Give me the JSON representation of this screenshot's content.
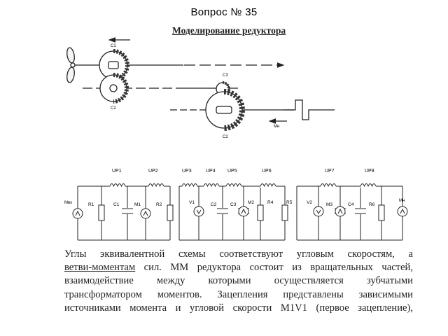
{
  "slide": {
    "title": "Вопрос  № 35"
  },
  "document": {
    "heading": "Моделирование редуктора"
  },
  "mechanism": {
    "gear_labels": {
      "c1": "C1",
      "c2_left": "C2",
      "c3": "C3",
      "c2_right": "C2"
    },
    "torque_label": "Mн"
  },
  "circuit": {
    "transformers": [
      "UP1",
      "UP2",
      "UP3",
      "UP4",
      "UP5",
      "UP6",
      "UP7",
      "UP8"
    ],
    "components": {
      "m_in": "Mвх",
      "r1": "R1",
      "c1": "C1",
      "m1": "M1",
      "r2": "R2",
      "v1": "V1",
      "c2": "C2",
      "c3": "C3",
      "m2": "M2",
      "r4": "R4",
      "r5": "R5",
      "v2": "V2",
      "m3": "M3",
      "c4": "C4",
      "r6": "R6",
      "m_load": "Mн"
    }
  },
  "text": {
    "line1": "Углы эквивалентной схемы соответствуют угловым скоростям, а",
    "line2_underlined": "ветви-моментам",
    "line2_rest": " сил. ММ редуктора состоит из вращательных частей,",
    "line3": "взаимодействие между которыми осуществляется зубчатыми",
    "line4": "трансформатором моментов. Зацепления представлены зависимыми",
    "line5": "источниками момента и угловой скорости M1V1 (первое зацепление),"
  },
  "colors": {
    "ink": "#222222",
    "background": "#ffffff"
  }
}
